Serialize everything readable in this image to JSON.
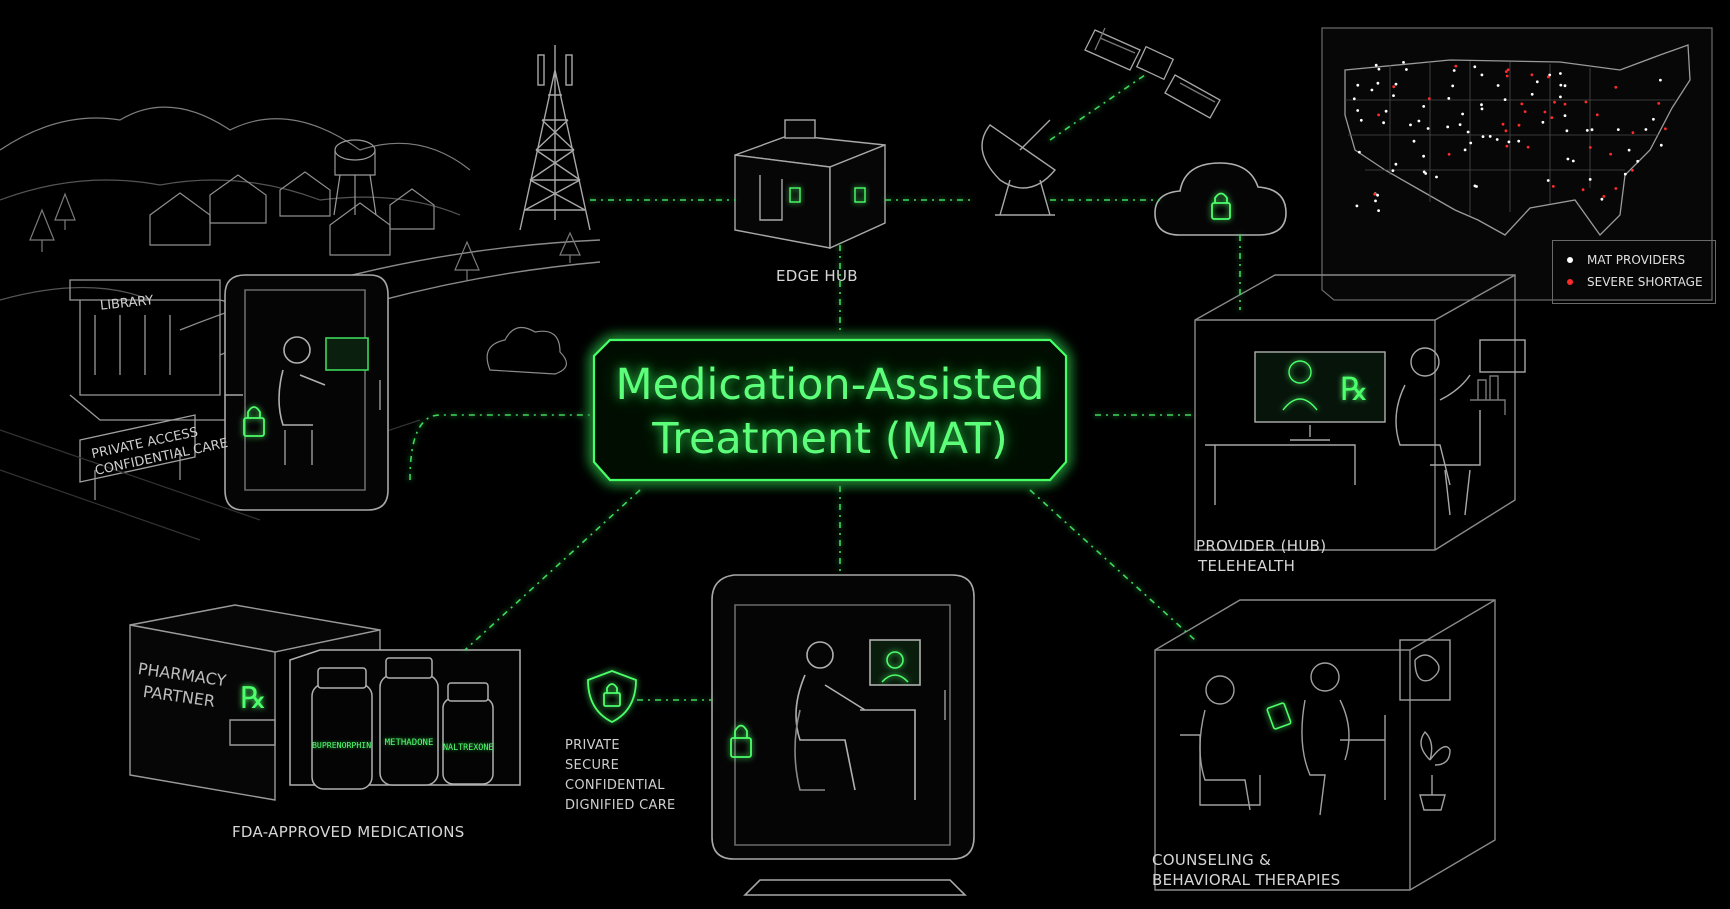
{
  "title": {
    "line1": "Medication-Assisted",
    "line2": "Treatment (MAT)"
  },
  "labels": {
    "edge_hub": "EDGE HUB",
    "provider_hub_line1": "PROVIDER (HUB)",
    "provider_hub_line2": "TELEHEALTH",
    "counseling_line1": "COUNSELING &",
    "counseling_line2": "BEHAVIORAL THERAPIES",
    "fda_meds": "FDA-APPROVED MEDICATIONS",
    "private_lines": [
      "PRIVATE",
      "SECURE",
      "CONFIDENTIAL",
      "DIGNIFIED CARE"
    ],
    "library": "LIBRARY",
    "library_sign_line1": "PRIVATE ACCESS",
    "library_sign_line2": "CONFIDENTIAL CARE",
    "pharmacy_line1": "PHARMACY",
    "pharmacy_line2": "PARTNER",
    "rx": "℞"
  },
  "medications": [
    "BUPRENORPHINE",
    "METHADONE",
    "NALTREXONE"
  ],
  "legend": {
    "items": [
      {
        "label": "MAT PROVIDERS",
        "color": "#ffffff"
      },
      {
        "label": "SEVERE SHORTAGE",
        "color": "#ff2a2a"
      }
    ]
  },
  "colors": {
    "accent": "#4dff6a",
    "line": "#9a9a9a",
    "background": "#000000"
  },
  "icons": [
    "cell-tower-icon",
    "satellite-icon",
    "satellite-dish-icon",
    "cloud-lock-icon",
    "shield-lock-icon",
    "lock-icon",
    "rx-icon",
    "brain-icon",
    "plant-icon"
  ]
}
